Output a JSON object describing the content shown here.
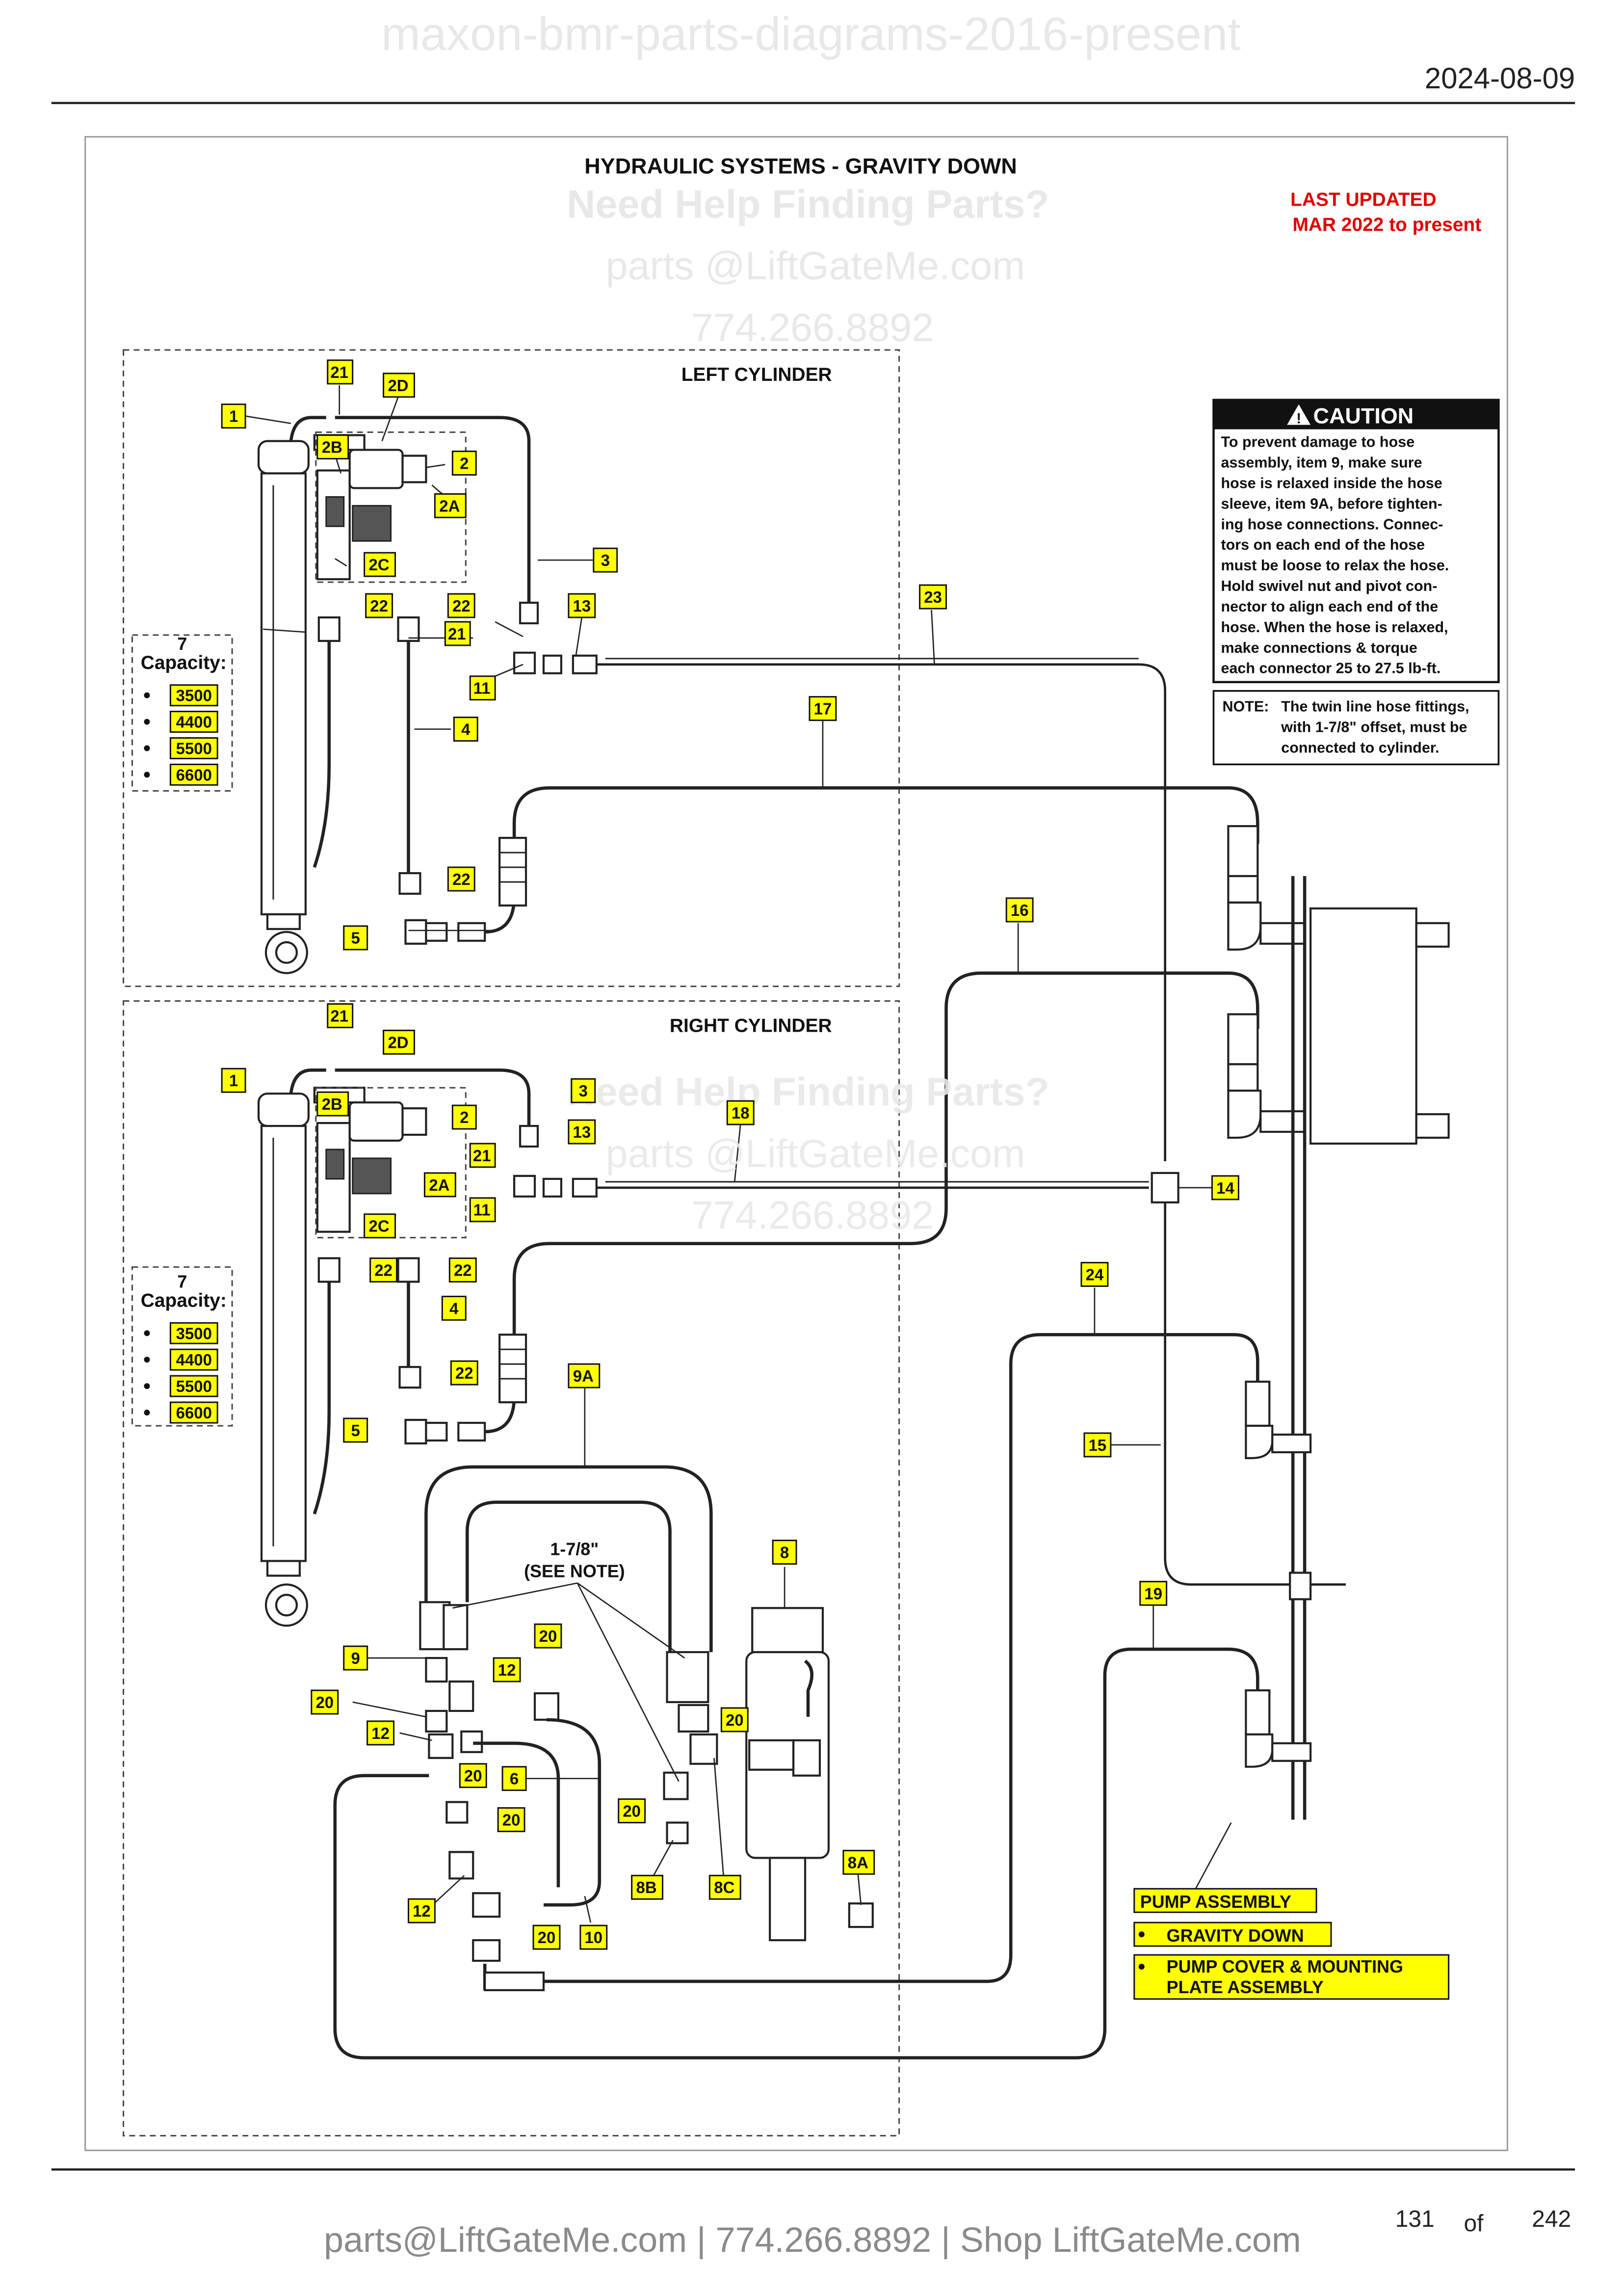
{
  "header": {
    "watermark_title": "maxon-bmr-parts-diagrams-2016-present",
    "date": "2024-08-09"
  },
  "diagram": {
    "title": "HYDRAULIC SYSTEMS - GRAVITY DOWN",
    "updated_line1": "LAST UPDATED",
    "updated_line2": "MAR 2022 to present",
    "left_cylinder_label": "LEFT CYLINDER",
    "right_cylinder_label": "RIGHT CYLINDER",
    "capacity_label": "Capacity:",
    "capacities": [
      "3500",
      "4400",
      "5500",
      "6600"
    ],
    "offset_note_line1": "1-7/8\"",
    "offset_note_line2": "(SEE NOTE)",
    "caution_title": "CAUTION",
    "caution_lines": [
      "To prevent damage to hose",
      "assembly, item 9, make sure",
      "hose is relaxed inside the hose",
      "sleeve, item 9A, before tighten-",
      "ing hose connections. Connec-",
      "tors on each end of the hose",
      "must be loose to relax the hose.",
      "Hold swivel nut and pivot con-",
      "nector to align each end of the",
      "hose. When the hose is relaxed,",
      "make connections & torque",
      "each connector 25 to 27.5 lb-ft."
    ],
    "note_label": "NOTE:",
    "note_lines": [
      "The twin line hose fittings,",
      "with 1-7/8\" offset, must be",
      "connected to cylinder."
    ],
    "pump_assembly": {
      "title": "PUMP ASSEMBLY",
      "item1": "GRAVITY DOWN",
      "item2_line1": "PUMP COVER & MOUNTING",
      "item2_line2": "PLATE ASSEMBLY"
    },
    "callouts": {
      "c1": "1",
      "c2": "2",
      "c2A": "2A",
      "c2B": "2B",
      "c2C": "2C",
      "c2D": "2D",
      "c3": "3",
      "c4": "4",
      "c5": "5",
      "c6": "6",
      "c7": "7",
      "c8": "8",
      "c8A": "8A",
      "c8B": "8B",
      "c8C": "8C",
      "c9": "9",
      "c9A": "9A",
      "c10": "10",
      "c11": "11",
      "c12": "12",
      "c13": "13",
      "c14": "14",
      "c15": "15",
      "c16": "16",
      "c17": "17",
      "c18": "18",
      "c19": "19",
      "c20": "20",
      "c21": "21",
      "c22": "22",
      "c23": "23",
      "c24": "24"
    }
  },
  "watermark": {
    "help": "Need Help Finding Parts?",
    "email": "parts @LiftGateMe.com",
    "phone": "774.266.8892"
  },
  "footer": {
    "contact": "parts@LiftGateMe.com | 774.266.8892 | Shop LiftGateMe.com",
    "page_current": "131",
    "page_of": "of",
    "page_total": "242"
  }
}
